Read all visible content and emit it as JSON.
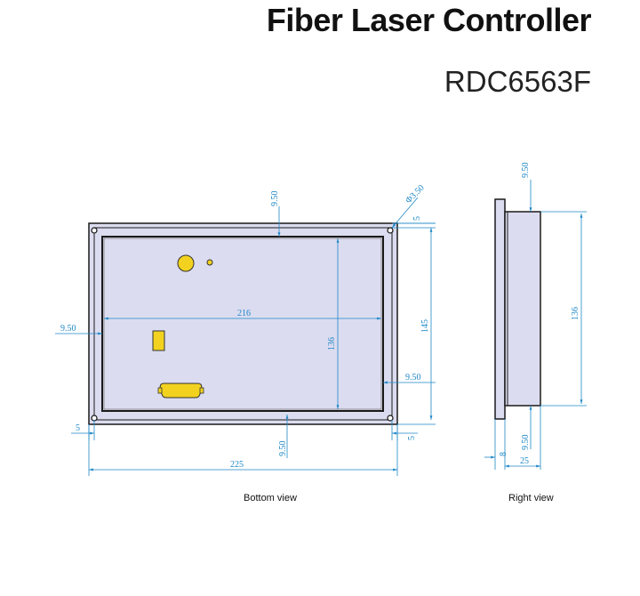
{
  "header": {
    "title": "Fiber Laser Controller",
    "model": "RDC6563F"
  },
  "views": {
    "bottom_label": "Bottom view",
    "right_label": "Right view"
  },
  "dimensions": {
    "bottom": {
      "top_offset": "9.50",
      "hole_dia": "Φ3.50",
      "corner_5_top": "5",
      "left_offset": "9.50",
      "inner_width": "216",
      "inner_height": "136",
      "outer_height": "145",
      "right_offset": "9.50",
      "corner_5_left": "5",
      "bottom_offset": "9.50",
      "corner_5_right": "5",
      "outer_width": "225"
    },
    "right": {
      "top_offset": "9.50",
      "height": "136",
      "thickness_8": "8",
      "bottom_offset": "9.50",
      "depth_25": "25"
    }
  },
  "colors": {
    "panel_fill": "#dcdcf0",
    "frame_stroke": "#1a1a1a",
    "dimension_line": "#1e88c7",
    "indicator": "#f2d21f"
  }
}
